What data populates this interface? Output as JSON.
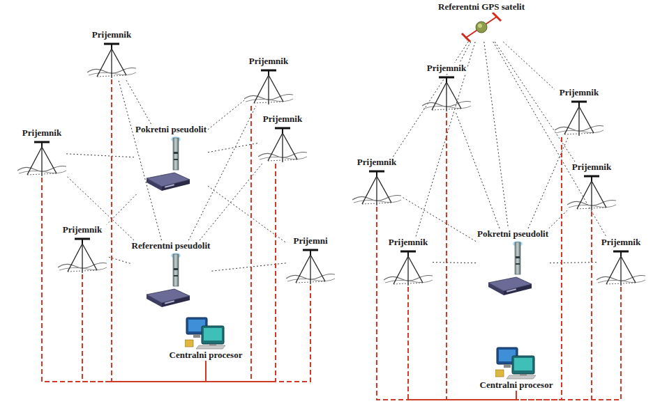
{
  "diagram": {
    "nodes": [
      {
        "text": [
          "Prijemnik"
        ]
      },
      {
        "text": [
          "Prijemnik"
        ]
      },
      {
        "text": [
          "Prijemnik"
        ]
      },
      {
        "text": [
          "Prijemnik"
        ]
      },
      {
        "text": [
          "Pokretni pseudolit"
        ]
      },
      {
        "text": [
          "Prijemnik"
        ]
      },
      {
        "text": [
          "Referentni pseudolit"
        ]
      },
      {
        "text": [
          "Prijemni"
        ]
      },
      {
        "text": [
          "Centralni procesor"
        ]
      },
      {
        "text": [
          "Referentni GPS satelit"
        ]
      },
      {
        "text": [
          "Prijemnik"
        ]
      },
      {
        "text": [
          "Prijemnik"
        ]
      },
      {
        "text": [
          "Prijemnik"
        ]
      },
      {
        "text": [
          "Prijemnik"
        ]
      },
      {
        "text": [
          "Prijemnik"
        ]
      },
      {
        "text": [
          "Pokretni pseudolit"
        ]
      },
      {
        "text": [
          "Prijemnik"
        ]
      },
      {
        "text": [
          "Centralni procesor"
        ]
      }
    ],
    "edges": [
      {
        "from": 4,
        "to": 0,
        "arrow": "none"
      },
      {
        "from": 4,
        "to": 1,
        "arrow": "none"
      },
      {
        "from": 4,
        "to": 2,
        "arrow": "none"
      },
      {
        "from": 4,
        "to": 3,
        "arrow": "none"
      },
      {
        "from": 4,
        "to": 5,
        "arrow": "none"
      },
      {
        "from": 4,
        "to": 7,
        "arrow": "none"
      },
      {
        "from": 6,
        "to": 0,
        "arrow": "none"
      },
      {
        "from": 6,
        "to": 1,
        "arrow": "none"
      },
      {
        "from": 6,
        "to": 2,
        "arrow": "none"
      },
      {
        "from": 6,
        "to": 3,
        "arrow": "none"
      },
      {
        "from": 6,
        "to": 5,
        "arrow": "none"
      },
      {
        "from": 6,
        "to": 7,
        "arrow": "none"
      },
      {
        "from": 0,
        "to": 8,
        "arrow": "none"
      },
      {
        "from": 1,
        "to": 8,
        "arrow": "none"
      },
      {
        "from": 2,
        "to": 8,
        "arrow": "none"
      },
      {
        "from": 3,
        "to": 8,
        "arrow": "none"
      },
      {
        "from": 5,
        "to": 8,
        "arrow": "none"
      },
      {
        "from": 7,
        "to": 8,
        "arrow": "none"
      },
      {
        "from": 9,
        "to": 10,
        "arrow": "none"
      },
      {
        "from": 9,
        "to": 11,
        "arrow": "none"
      },
      {
        "from": 9,
        "to": 12,
        "arrow": "none"
      },
      {
        "from": 9,
        "to": 13,
        "arrow": "none"
      },
      {
        "from": 9,
        "to": 14,
        "arrow": "none"
      },
      {
        "from": 9,
        "to": 15,
        "arrow": "none"
      },
      {
        "from": 9,
        "to": 16,
        "arrow": "none"
      },
      {
        "from": 15,
        "to": 10,
        "arrow": "none"
      },
      {
        "from": 15,
        "to": 11,
        "arrow": "none"
      },
      {
        "from": 15,
        "to": 12,
        "arrow": "none"
      },
      {
        "from": 15,
        "to": 13,
        "arrow": "none"
      },
      {
        "from": 15,
        "to": 14,
        "arrow": "none"
      },
      {
        "from": 15,
        "to": 16,
        "arrow": "none"
      },
      {
        "from": 10,
        "to": 17,
        "arrow": "none"
      },
      {
        "from": 11,
        "to": 17,
        "arrow": "none"
      },
      {
        "from": 12,
        "to": 17,
        "arrow": "none"
      },
      {
        "from": 13,
        "to": 17,
        "arrow": "none"
      },
      {
        "from": 14,
        "to": 17,
        "arrow": "none"
      },
      {
        "from": 16,
        "to": 17,
        "arrow": "none"
      }
    ]
  }
}
